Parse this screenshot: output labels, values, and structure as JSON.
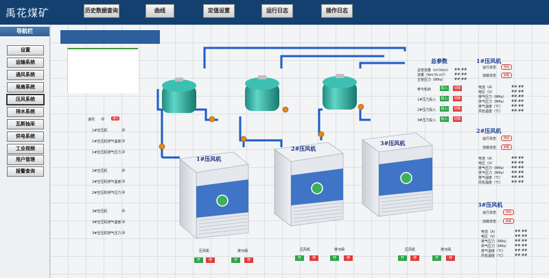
{
  "app": {
    "title": "禹花煤矿"
  },
  "top_buttons": [
    {
      "label": "历史数据查询"
    },
    {
      "label": "曲线"
    },
    {
      "label": "定值设置"
    },
    {
      "label": "运行日志"
    },
    {
      "label": "操作日志"
    }
  ],
  "sidebar": {
    "title": "导航栏",
    "items": [
      {
        "label": "设置"
      },
      {
        "label": "运输系统"
      },
      {
        "label": "通风系统"
      },
      {
        "label": "局扇系统"
      },
      {
        "label": "压风系统"
      },
      {
        "label": "排水系统"
      },
      {
        "label": "瓦斯抽采"
      },
      {
        "label": "供电系统"
      },
      {
        "label": "工业视频"
      },
      {
        "label": "用户管理"
      },
      {
        "label": "报警查询"
      }
    ]
  },
  "left_panel": {
    "comm_label": "通讯",
    "comm_status": "通讯",
    "rows": [
      {
        "label": "1#空压机"
      },
      {
        "label": "1#空压机排气温度"
      },
      {
        "label": "1#空压机排气压力"
      },
      {
        "label": "2#空压机"
      },
      {
        "label": "2#空压机排气温度"
      },
      {
        "label": "2#空压机排气压力"
      },
      {
        "label": "3#空压机"
      },
      {
        "label": "3#空压机排气温度"
      },
      {
        "label": "3#空压机排气压力"
      }
    ]
  },
  "compressors": [
    {
      "label": "1#压风机"
    },
    {
      "label": "2#压风机"
    },
    {
      "label": "3#压风机"
    }
  ],
  "bottom_controls": {
    "compressor_label": "压风机",
    "valve_label": "排污阀",
    "open": "开",
    "stop": "停"
  },
  "total_params": {
    "title": "总参数",
    "rows": [
      {
        "label": "总管流量（m³/min）",
        "value": "##.##"
      },
      {
        "label": "流量（Nm³/h·m³）",
        "value": "##.##"
      },
      {
        "label": "主管压力（MPa）",
        "value": "##.##"
      }
    ],
    "valve_rows": [
      {
        "label": "参与轮启"
      },
      {
        "label": "1#压力投入"
      },
      {
        "label": "2#压力投入"
      },
      {
        "label": "3#压力投入"
      }
    ],
    "on": "投入",
    "off": "切除"
  },
  "machine_panels": [
    {
      "title": "1#压风机",
      "run_state_label": "运行状态",
      "run_state": "停机",
      "load_state_label": "加载状态",
      "load_state": "卸载",
      "params": [
        {
          "label": "电流（A）",
          "value": "##.##"
        },
        {
          "label": "电压（V）",
          "value": "##.##"
        },
        {
          "label": "排气压力（MPa）",
          "value": "##.##"
        },
        {
          "label": "供气压力（MPa）",
          "value": "##.##"
        },
        {
          "label": "排气温度（℃）",
          "value": "##.##"
        },
        {
          "label": "风包温度（℃）",
          "value": "##.##"
        }
      ]
    },
    {
      "title": "2#压风机",
      "run_state_label": "运行状态",
      "run_state": "停机",
      "load_state_label": "加载状态",
      "load_state": "卸载",
      "params": [
        {
          "label": "电流（A）",
          "value": "##.##"
        },
        {
          "label": "电压（V）",
          "value": "##.##"
        },
        {
          "label": "排气压力（MPa）",
          "value": "##.##"
        },
        {
          "label": "供气压力（MPa）",
          "value": "##.##"
        },
        {
          "label": "排气温度（℃）",
          "value": "##.##"
        },
        {
          "label": "风包温度（℃）",
          "value": "##.##"
        }
      ]
    },
    {
      "title": "3#压风机",
      "run_state_label": "运行状态",
      "run_state": "停机",
      "load_state_label": "加载状态",
      "load_state": "卸载",
      "params": [
        {
          "label": "电流（A）",
          "value": "##.##"
        },
        {
          "label": "电压（V）",
          "value": "##.##"
        },
        {
          "label": "排气压力（MPa）",
          "value": "##.##"
        },
        {
          "label": "供气压力（MPa）",
          "value": "##.##"
        },
        {
          "label": "排气温度（℃）",
          "value": "##.##"
        },
        {
          "label": "风包温度（℃）",
          "value": "##.##"
        }
      ]
    }
  ],
  "colors": {
    "header": "#13406f",
    "pipe": "#1e5cc8",
    "tank": "#2aa79a",
    "run_green": "#2fa34a",
    "stop_red": "#e13b3b"
  }
}
